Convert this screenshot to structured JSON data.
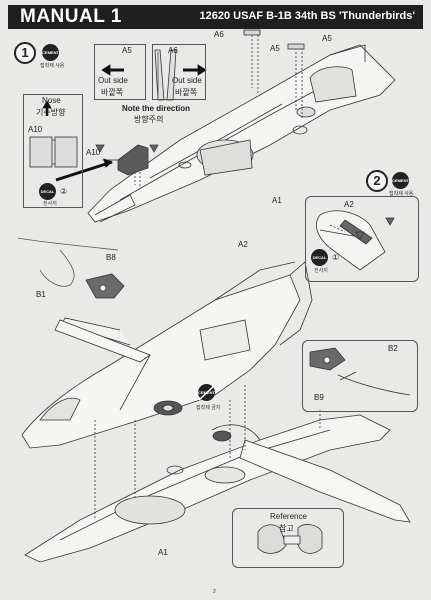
{
  "header": {
    "title": "MANUAL 1",
    "subtitle": "12620 USAF B-1B 34th BS 'Thunderbirds'"
  },
  "step1": {
    "number": "1",
    "cement_badge": "CEMENT",
    "cement_caption": "접착제 사용",
    "nose_label": "Nose",
    "nose_label_kr": "기수방향",
    "a10_label": "A10",
    "a10_label_2": "A10",
    "decal_badge": "DECAL",
    "decal_number": "②",
    "decal_caption": "전사지",
    "a5_box_label": "A5",
    "a6_box_label": "A6",
    "outside_label": "Out side",
    "outside_label_kr": "바깥쪽",
    "outside_label_2": "Out side",
    "outside_label_kr_2": "바깥쪽",
    "note_direction": "Note the direction",
    "note_direction_kr": "방향주의",
    "a6_label": "A6",
    "a5_label": "A5",
    "a5_label_2": "A5",
    "a1_label": "A1"
  },
  "step2": {
    "number": "2",
    "cement_badge": "CEMENT",
    "cement_caption": "접착제 사용",
    "a2_label": "A2",
    "decal_badge": "DECAL",
    "decal_number": "①",
    "decal_caption": "전사지"
  },
  "step3": {
    "a2_label": "A2",
    "b8_label": "B8",
    "b1_label": "B1",
    "b2_label": "B2",
    "b9_label": "B9",
    "a1_label": "A1",
    "no_cement_badge": "CEMENT",
    "no_cement_caption": "접착제 금지",
    "reference": "Reference",
    "reference_kr": "참고"
  },
  "footer": {
    "page_number": "2"
  }
}
